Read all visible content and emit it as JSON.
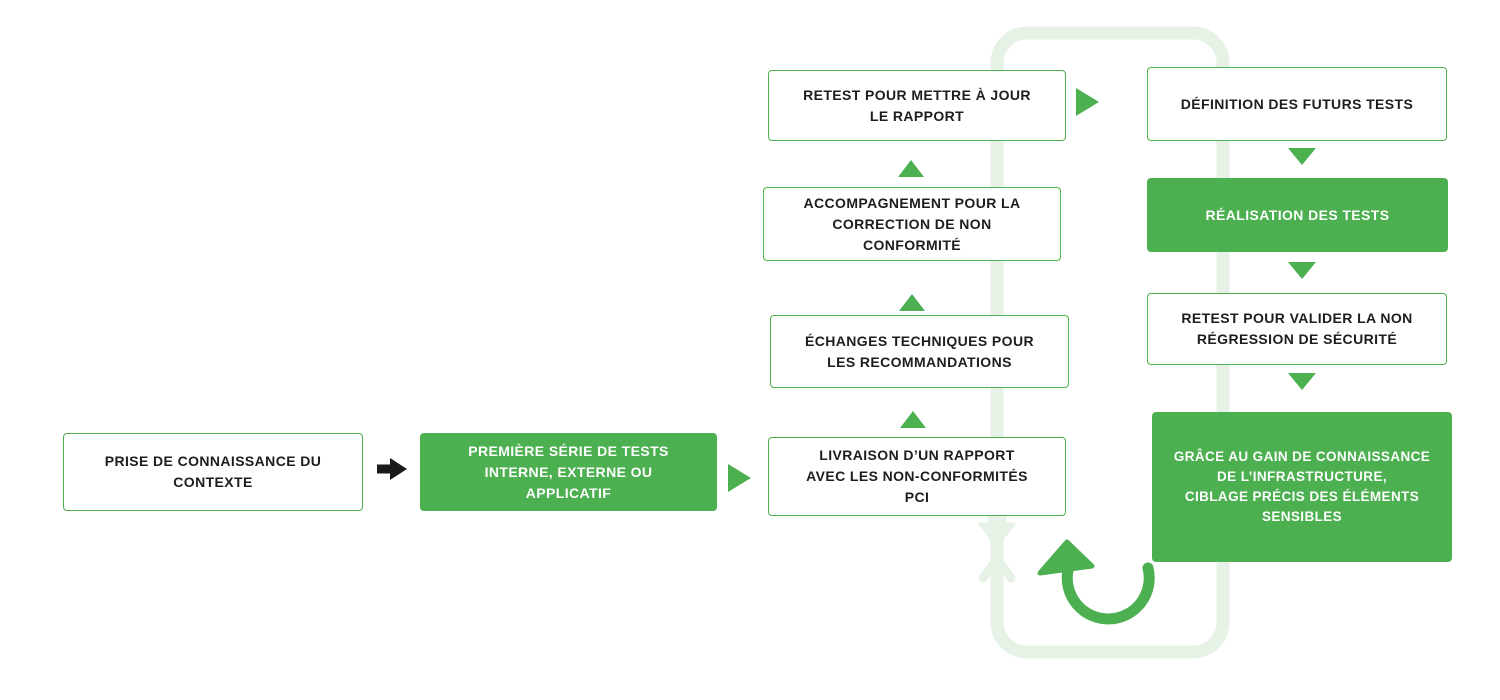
{
  "diagram": {
    "type": "flowchart",
    "language": "fr",
    "colors": {
      "accent_green": "#4caf50",
      "loop_track_light_green": "#e7f2e7",
      "text_dark": "#1d1d1d",
      "text_on_green": "#ffffff",
      "start_arrow_black": "#1a1a1a",
      "background": "#ffffff"
    },
    "nodes": [
      {
        "id": "prise-de-connaissance",
        "variant": "outline",
        "label": "PRISE DE CONNAISSANCE DU\nCONTEXTE"
      },
      {
        "id": "premiere-serie-de-tests",
        "variant": "filled",
        "label": "PREMIÈRE SÉRIE DE TESTS\nINTERNE, EXTERNE OU\nAPPLICATIF"
      },
      {
        "id": "livraison-rapport",
        "variant": "outline",
        "label": "LIVRAISON D’UN RAPPORT\nAVEC LES NON-CONFORMITÉS\nPCI"
      },
      {
        "id": "echanges-techniques",
        "variant": "outline",
        "label": "ÉCHANGES TECHNIQUES POUR\nLES RECOMMANDATIONS"
      },
      {
        "id": "accompagnement-correction",
        "variant": "outline",
        "label": "ACCOMPAGNEMENT POUR LA\nCORRECTION DE NON\nCONFORMITÉ"
      },
      {
        "id": "retest-mettre-a-jour",
        "variant": "outline",
        "label": "RETEST POUR METTRE À JOUR\nLE RAPPORT"
      },
      {
        "id": "definition-futurs-tests",
        "variant": "outline",
        "label": "DÉFINITION DES FUTURS TESTS"
      },
      {
        "id": "realisation-des-tests",
        "variant": "filled",
        "label": "RÉALISATION DES TESTS"
      },
      {
        "id": "retest-valider-non-regression",
        "variant": "outline",
        "label": "RETEST POUR VALIDER LA NON\nRÉGRESSION DE SÉCURITÉ"
      },
      {
        "id": "ciblage-elements-sensibles",
        "variant": "filled",
        "label": "GRÂCE AU GAIN DE CONNAISSANCE\nDE L’INFRASTRUCTURE,\nCIBLAGE PRÉCIS DES ÉLÉMENTS\nSENSIBLES"
      }
    ],
    "connectors": {
      "start_arrow": "black-arrow-right",
      "step_arrows": "solid-green-triangles",
      "cycle_track": "light-green-rounded-loop",
      "cycle_restart": "green-curved-refresh-arrow"
    }
  }
}
